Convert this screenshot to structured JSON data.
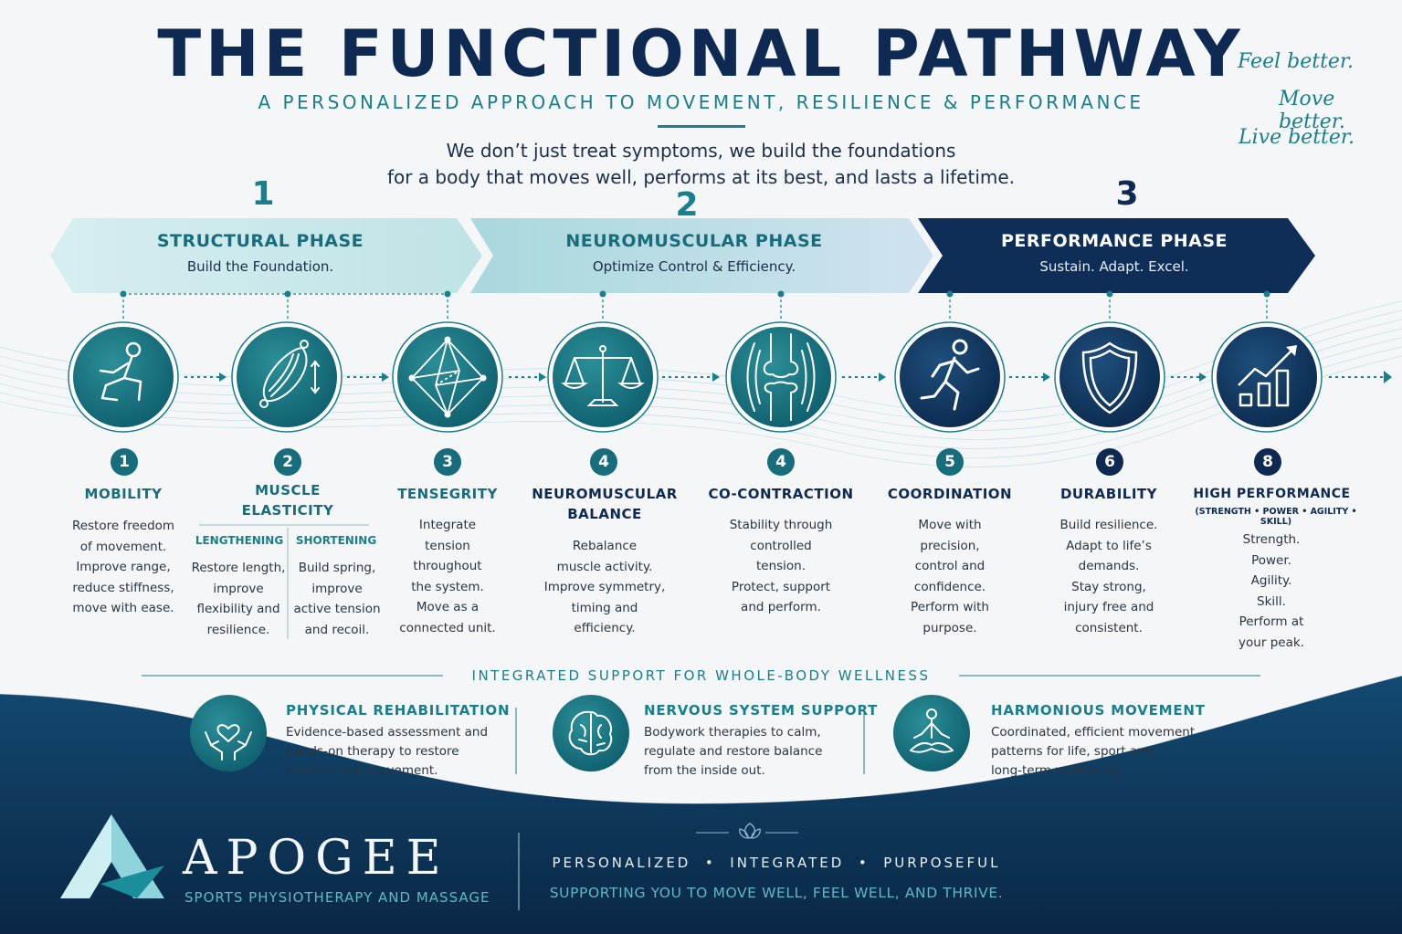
{
  "header": {
    "title": "THE FUNCTIONAL PATHWAY",
    "subtitle": "A PERSONALIZED APPROACH TO MOVEMENT, RESILIENCE & PERFORMANCE",
    "intro_line1": "We don’t just treat symptoms, we build the foundations",
    "intro_line2": "for a body that moves well, performs at its best, and lasts a lifetime.",
    "taglines": [
      "Feel better.",
      "Move better.",
      "Live better."
    ]
  },
  "phases": [
    {
      "number": "1",
      "title": "STRUCTURAL PHASE",
      "subtitle": "Build the Foundation."
    },
    {
      "number": "2",
      "title": "NEUROMUSCULAR PHASE",
      "subtitle": "Optimize Control & Efficiency."
    },
    {
      "number": "3",
      "title": "PERFORMANCE PHASE",
      "subtitle": "Sustain. Adapt. Excel."
    }
  ],
  "steps": [
    {
      "badge": "1",
      "title": "MOBILITY",
      "icon": "squat-figure-icon",
      "desc": [
        "Restore freedom",
        "of movement.",
        "Improve range,",
        "reduce stiffness,",
        "move with ease."
      ]
    },
    {
      "badge": "2",
      "title_line1": "MUSCLE",
      "title_line2": "ELASTICITY",
      "icon": "muscle-icon",
      "lengthening": {
        "head": "LENGTHENING",
        "desc": [
          "Restore length,",
          "improve",
          "flexibility and",
          "resilience."
        ]
      },
      "shortening": {
        "head": "SHORTENING",
        "desc": [
          "Build spring,",
          "improve",
          "active tension",
          "and recoil."
        ]
      }
    },
    {
      "badge": "3",
      "title": "TENSEGRITY",
      "icon": "tensegrity-icon",
      "desc": [
        "Integrate",
        "tension",
        "throughout",
        "the system.",
        "Move as a",
        "connected unit."
      ]
    },
    {
      "badge": "4",
      "title_line1": "NEUROMUSCULAR",
      "title_line2": "BALANCE",
      "icon": "balance-scale-icon",
      "desc": [
        "Rebalance",
        "muscle activity.",
        "Improve symmetry,",
        "timing and",
        "efficiency."
      ]
    },
    {
      "badge": "4",
      "title": "CO-CONTRACTION",
      "icon": "knee-joint-icon",
      "desc": [
        "Stability through",
        "controlled",
        "tension.",
        "Protect, support",
        "and perform."
      ]
    },
    {
      "badge": "5",
      "title": "COORDINATION",
      "icon": "running-figure-icon",
      "desc": [
        "Move with",
        "precision,",
        "control and",
        "confidence.",
        "Perform with",
        "purpose."
      ]
    },
    {
      "badge": "6",
      "title": "DURABILITY",
      "icon": "shield-icon",
      "desc": [
        "Build resilience.",
        "Adapt to life’s",
        "demands.",
        "Stay strong,",
        "injury free and",
        "consistent."
      ]
    },
    {
      "badge": "8",
      "title": "HIGH PERFORMANCE",
      "subtitle": "(STRENGTH • POWER • AGILITY • SKILL)",
      "icon": "growth-chart-icon",
      "desc": [
        "Strength.",
        "Power.",
        "Agility.",
        "Skill.",
        "Perform at",
        "your peak."
      ]
    }
  ],
  "support": {
    "heading": "INTEGRATED SUPPORT FOR WHOLE-BODY WELLNESS",
    "items": [
      {
        "title": "PHYSICAL REHABILITATION",
        "icon": "hands-heart-icon",
        "desc": [
          "Evidence-based assessment and",
          "hands-on therapy to restore",
          "function and movement."
        ]
      },
      {
        "title": "NERVOUS SYSTEM SUPPORT",
        "icon": "brain-icon",
        "desc": [
          "Bodywork therapies to calm,",
          "regulate and restore balance",
          "from the inside out."
        ]
      },
      {
        "title": "HARMONIOUS MOVEMENT",
        "icon": "meditation-figure-icon",
        "desc": [
          "Coordinated, efficient movement",
          "patterns for life, sport and",
          "long-term well-being."
        ]
      }
    ]
  },
  "footer": {
    "brand": "APOGEE",
    "brand_sub": "SPORTS PHYSIOTHERAPY AND MASSAGE",
    "values": "PERSONALIZED  •  INTEGRATED  •  PURPOSEFUL",
    "slogan": "SUPPORTING YOU TO MOVE WELL, FEEL WELL, AND THRIVE."
  },
  "colors": {
    "navy": "#0f2a52",
    "teal": "#1a7f8c",
    "light_teal": "#bfe2e6",
    "footer_bg": "#0c2e52"
  }
}
